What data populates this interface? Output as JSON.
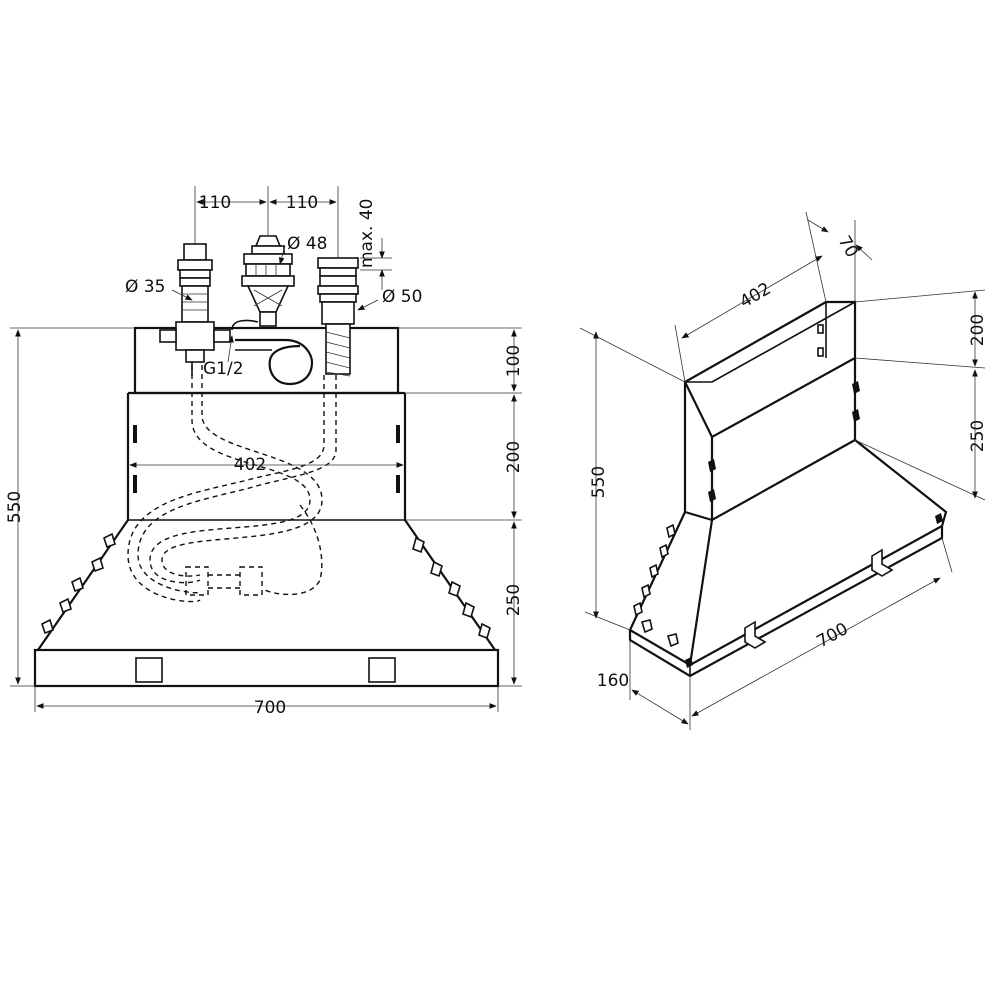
{
  "front_view": {
    "dims": {
      "spacing_left": "110",
      "spacing_right": "110",
      "max_height": "max. 40",
      "dia_35": "Ø 35",
      "dia_48": "Ø 48",
      "dia_50": "Ø 50",
      "thread": "G1/2",
      "inner_width": "402",
      "total_height": "550",
      "h_top": "100",
      "h_mid": "200",
      "h_bottom": "250",
      "total_width": "700"
    }
  },
  "iso_view": {
    "dims": {
      "depth_top": "70",
      "width_top": "402",
      "h_top": "200",
      "h_mid": "250",
      "total_height": "550",
      "total_width": "700",
      "depth_bottom": "160"
    }
  }
}
